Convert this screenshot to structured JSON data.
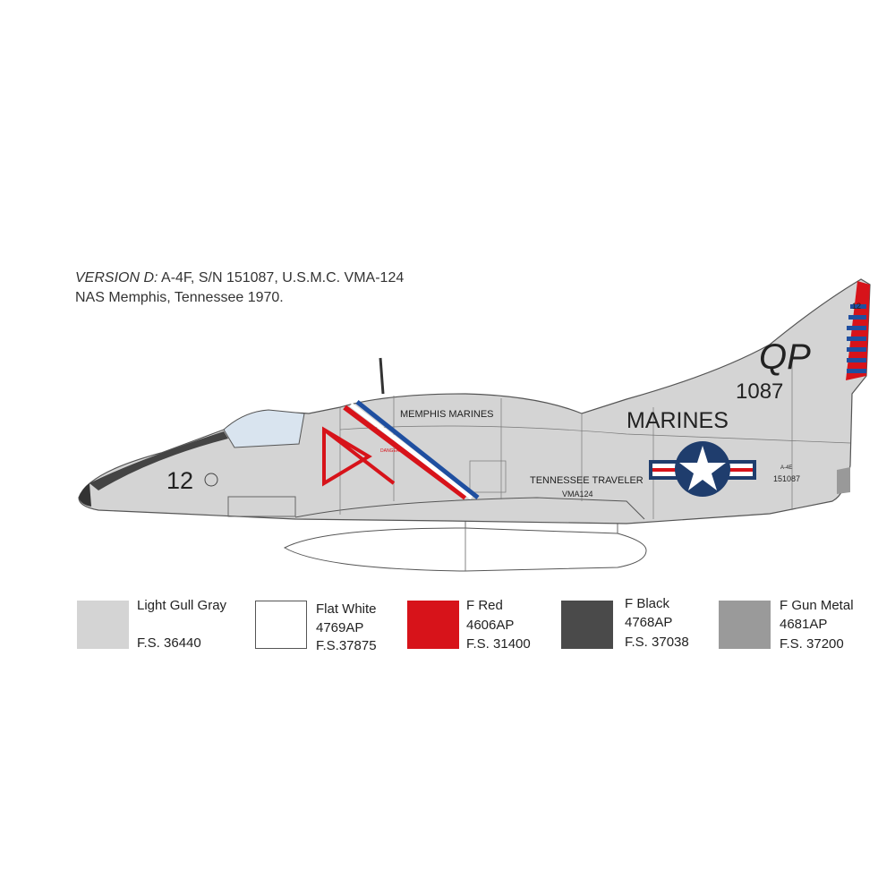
{
  "caption": {
    "version_label": "VERSION D:",
    "line1": " A-4F, S/N 151087, U.S.M.C. VMA-124",
    "line2": "NAS Memphis, Tennessee 1970."
  },
  "markings": {
    "tail_code": "QP",
    "tail_number": "1087",
    "tail_small": "12",
    "service": "MARINES",
    "spine": "MEMPHIS MARINES",
    "name": "TENNESSEE TRAVELER",
    "squadron": "VMA124",
    "nose_number": "12",
    "type": "A-4E",
    "serial": "151087",
    "danger": "DANGER"
  },
  "colors": [
    {
      "name": "Light Gull Gray",
      "code": "",
      "fs": "F.S. 36440",
      "hex": "#d4d4d4"
    },
    {
      "name": "Flat White",
      "code": "4769AP",
      "fs": "F.S.37875",
      "hex": "#ffffff"
    },
    {
      "name": "F Red",
      "code": "4606AP",
      "fs": "F.S. 31400",
      "hex": "#d7131a"
    },
    {
      "name": "F Black",
      "code": "4768AP",
      "fs": "F.S. 37038",
      "hex": "#4a4a4a"
    },
    {
      "name": "F Gun Metal",
      "code": "4681AP",
      "fs": "F.S. 37200",
      "hex": "#9a9a9a"
    }
  ]
}
